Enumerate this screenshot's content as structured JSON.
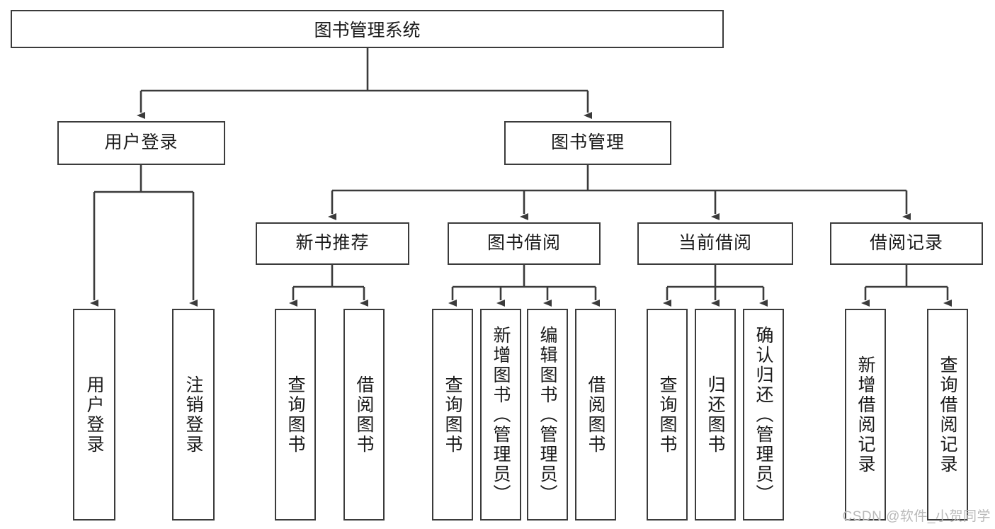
{
  "diagram": {
    "title": "图书管理系统",
    "watermark": "CSDN @软件_小贺同学",
    "stroke_color": "#3b3b3b",
    "text_color": "#1a1a1a",
    "background": "#ffffff",
    "watermark_color": "#b9b9b9"
  },
  "nodes": {
    "root": {
      "label": "图书管理系统"
    },
    "level2": [
      {
        "label": "用户登录"
      },
      {
        "label": "图书管理"
      }
    ],
    "level3": [
      {
        "label": "新书推荐"
      },
      {
        "label": "图书借阅"
      },
      {
        "label": "当前借阅"
      },
      {
        "label": "借阅记录"
      }
    ],
    "leaves": {
      "user_login": [
        {
          "label": "用户登录"
        },
        {
          "label": "注销登录"
        }
      ],
      "new_book_recommend": [
        {
          "label": "查询图书"
        },
        {
          "label": "借阅图书"
        }
      ],
      "book_borrow": [
        {
          "label": "查询图书"
        },
        {
          "label": "新增图书（管理员）"
        },
        {
          "label": "编辑图书（管理员）"
        },
        {
          "label": "借阅图书"
        }
      ],
      "current_borrow": [
        {
          "label": "查询图书"
        },
        {
          "label": "归还图书"
        },
        {
          "label": "确认归还（管理员）"
        }
      ],
      "borrow_record": [
        {
          "label": "新增借阅记录"
        },
        {
          "label": "查询借阅记录"
        }
      ]
    }
  }
}
